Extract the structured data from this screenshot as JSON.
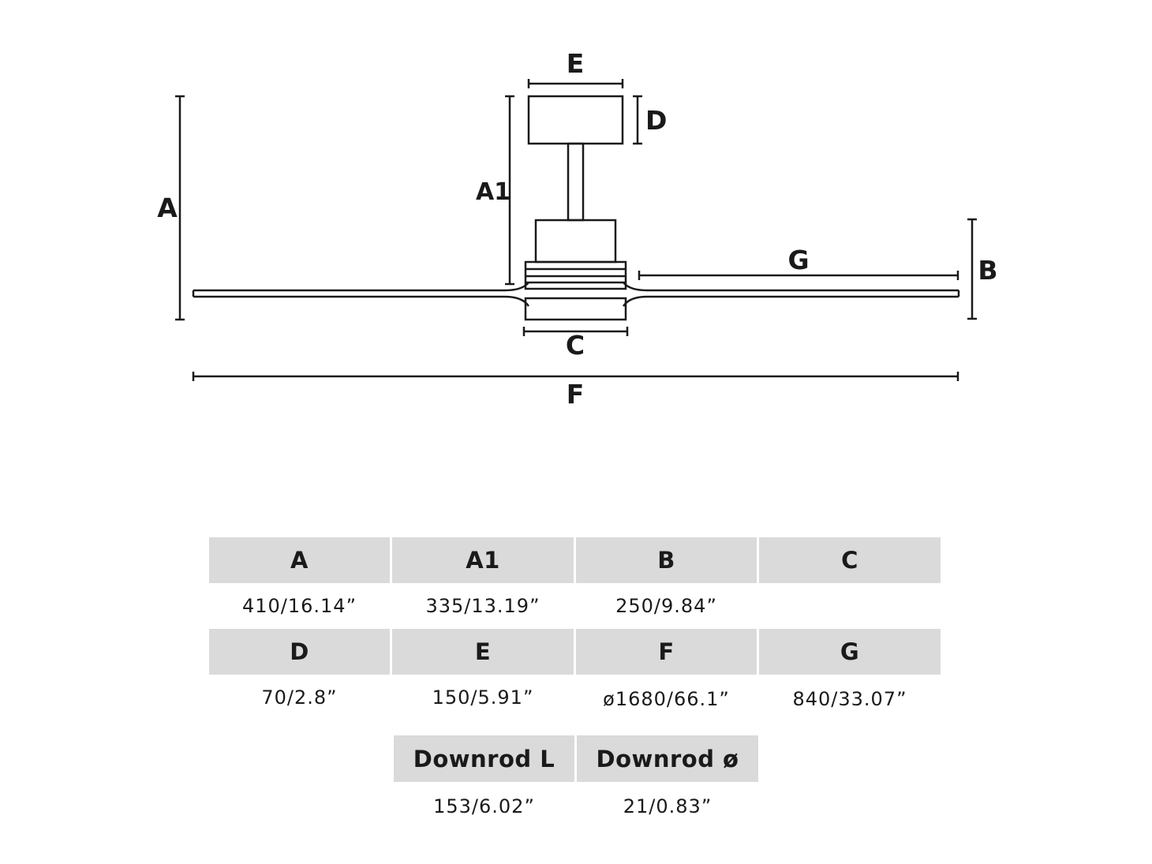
{
  "diagram": {
    "labels": {
      "A": "A",
      "A1": "A1",
      "B": "B",
      "C": "C",
      "D": "D",
      "E": "E",
      "F": "F",
      "G": "G"
    }
  },
  "table": {
    "rows": [
      {
        "headers": [
          "A",
          "A1",
          "B",
          "C"
        ],
        "values": [
          "410/16.14”",
          "335/13.19”",
          "250/9.84”",
          ""
        ]
      },
      {
        "headers": [
          "D",
          "E",
          "F",
          "G"
        ],
        "values": [
          "70/2.8”",
          "150/5.91”",
          "ø1680/66.1”",
          "840/33.07”"
        ]
      },
      {
        "headers": [
          "Downrod L",
          "Downrod ø"
        ],
        "values": [
          "153/6.02”",
          "21/0.83”"
        ]
      }
    ]
  }
}
